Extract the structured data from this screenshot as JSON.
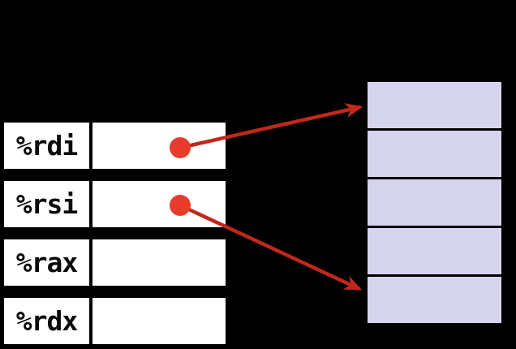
{
  "colors": {
    "background": "#000000",
    "register_cell": "#ffffff",
    "memory_cell": "#d7d4ee",
    "label_text": "#0a0a0a",
    "arrow": "#c1281b",
    "dot": "#e73b2c"
  },
  "registers": {
    "rows": [
      {
        "label": "%rdi",
        "value": ""
      },
      {
        "label": "%rsi",
        "value": ""
      },
      {
        "label": "%rax",
        "value": ""
      },
      {
        "label": "%rdx",
        "value": ""
      }
    ]
  },
  "memory": {
    "cells": [
      "",
      "",
      "",
      "",
      ""
    ]
  },
  "pointers": [
    {
      "from_register": "%rdi",
      "to_memory_cell_index": 0
    },
    {
      "from_register": "%rsi",
      "to_memory_cell_index": 4
    }
  ]
}
